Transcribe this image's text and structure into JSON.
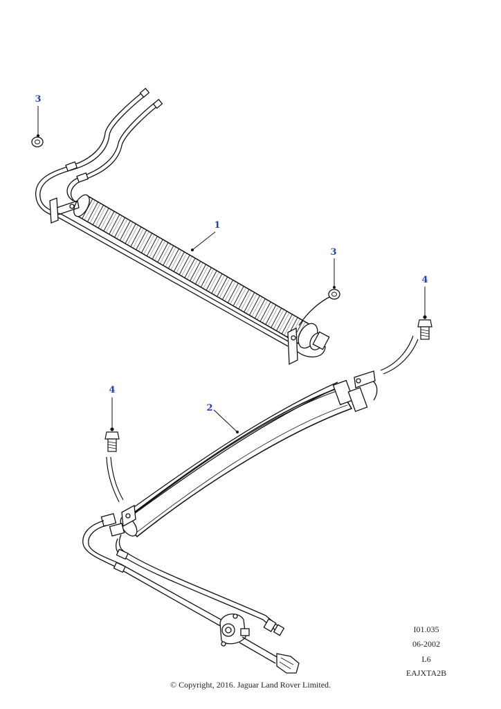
{
  "callouts": {
    "c3_top": "3",
    "c1": "1",
    "c3_mid": "3",
    "c4_right": "4",
    "c2": "2",
    "c4_left": "4"
  },
  "reference": {
    "illustration_no": "I01.035",
    "date": "06-2002",
    "model": "L6",
    "code": "EAJXTA2B"
  },
  "copyright": "© Copyright, 2016. Jaguar Land Rover Limited."
}
